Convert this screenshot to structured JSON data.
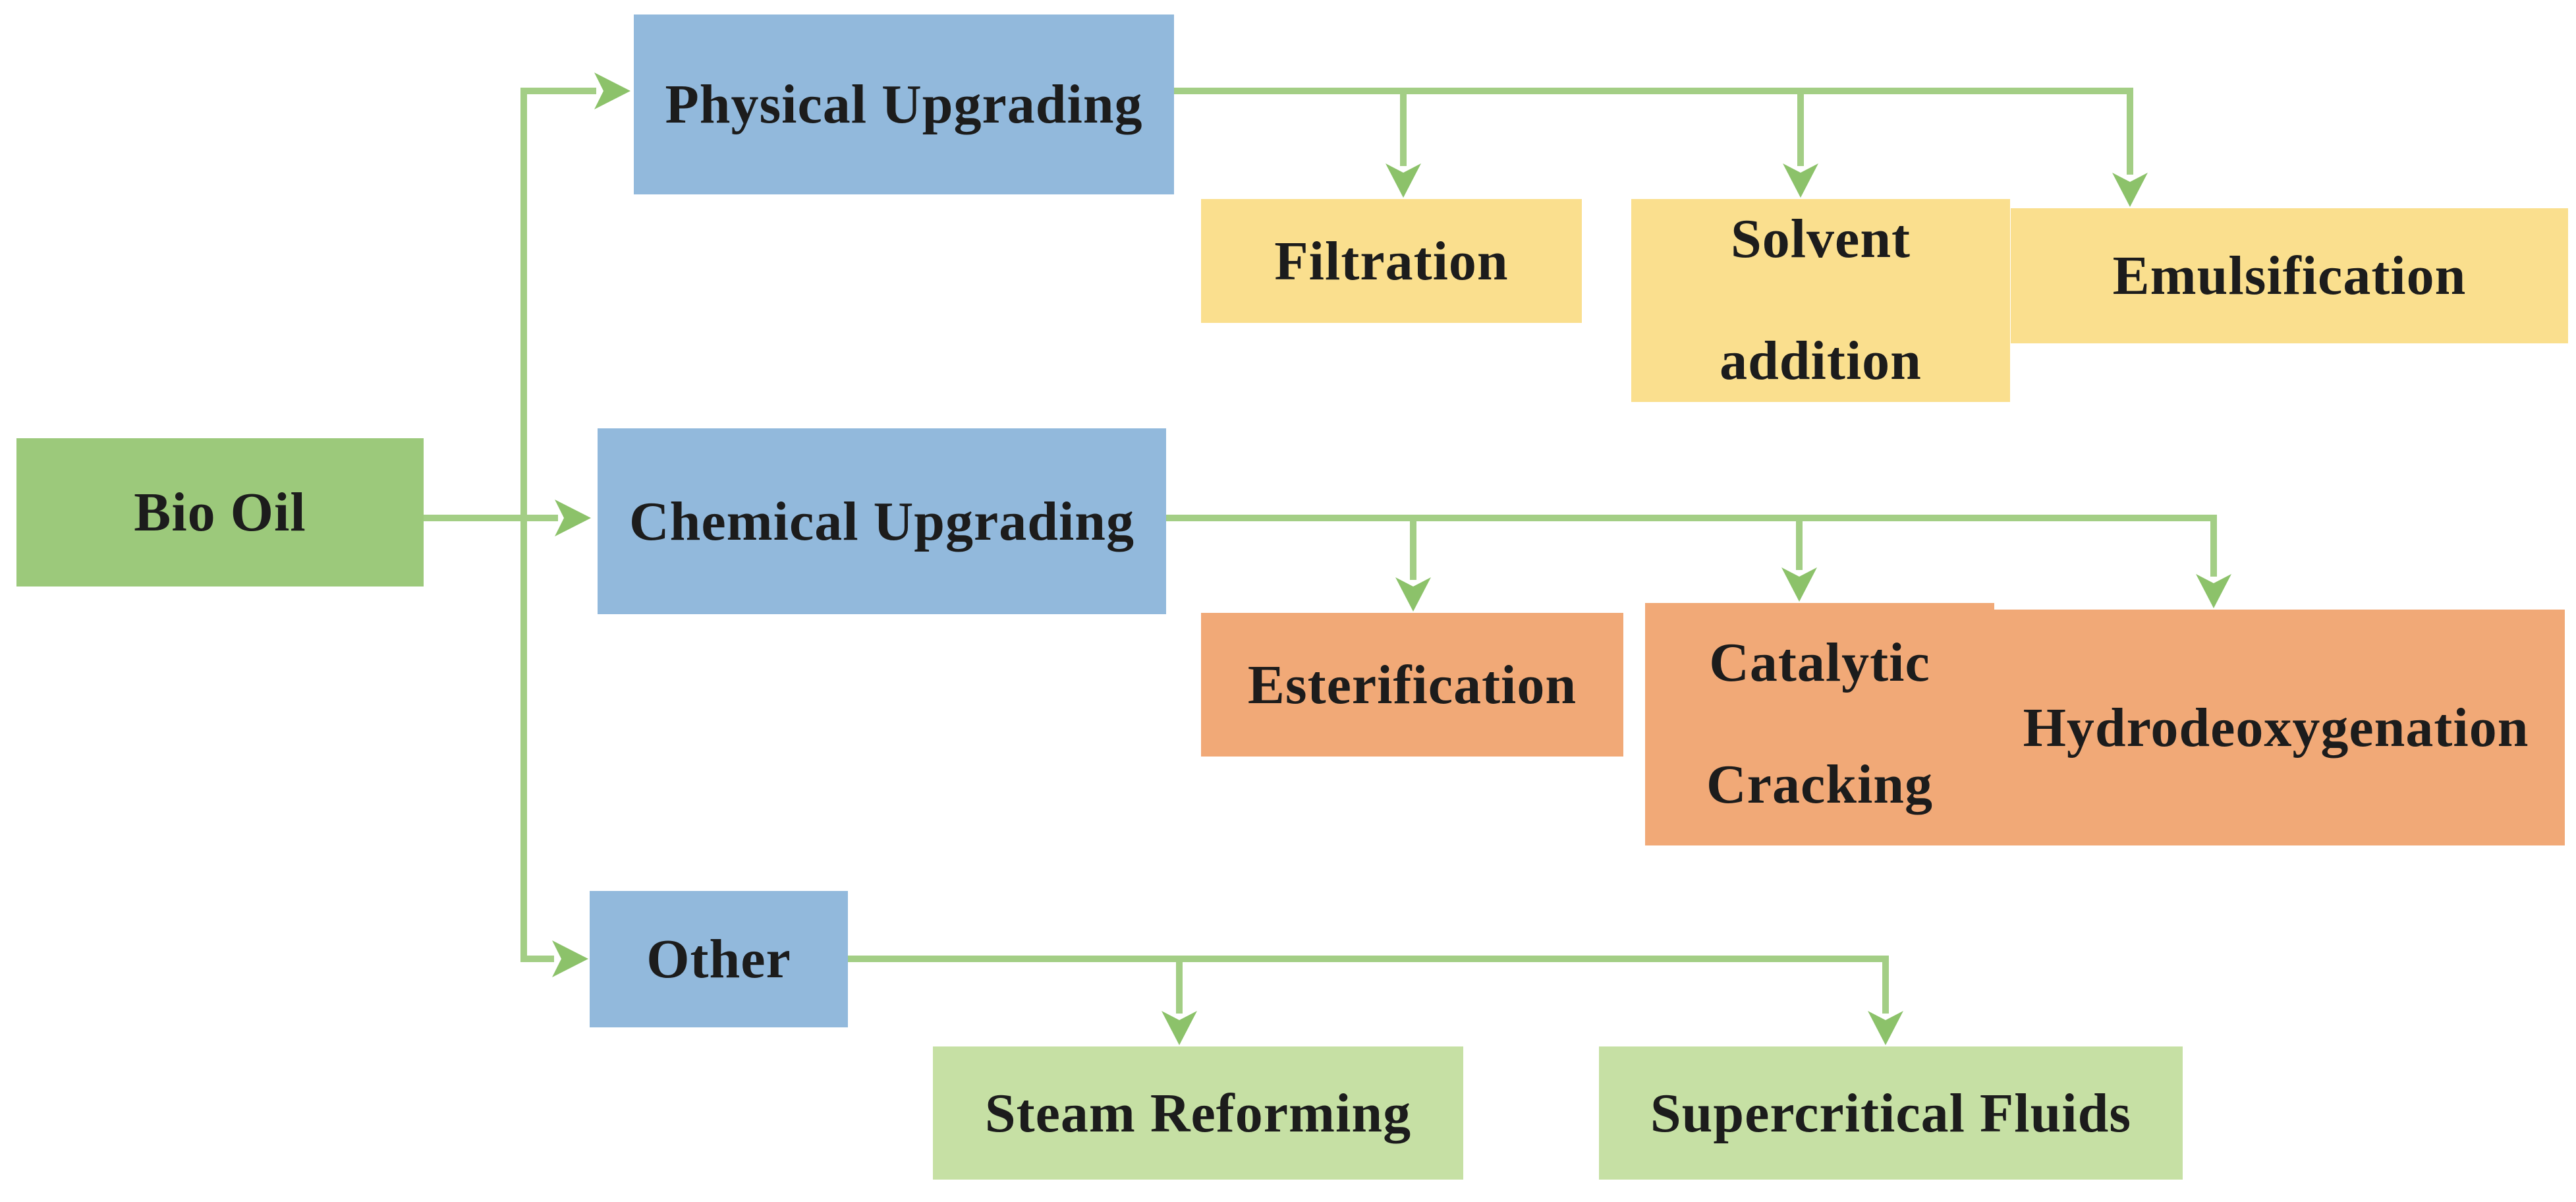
{
  "diagram": {
    "nodes": {
      "bio_oil": {
        "label": "Bio Oil",
        "fill": "#9CC97B"
      },
      "physical_upgrading": {
        "label": "Physical Upgrading",
        "fill": "#92B9DC"
      },
      "filtration": {
        "label": "Filtration",
        "fill": "#FADF8E"
      },
      "solvent_addition": {
        "label": "Solvent addition",
        "fill": "#FADF8E"
      },
      "emulsification": {
        "label": "Emulsification",
        "fill": "#FADF8E"
      },
      "chemical_upgrading": {
        "label": "Chemical Upgrading",
        "fill": "#92B9DC"
      },
      "esterification": {
        "label": "Esterification",
        "fill": "#F1A977"
      },
      "catalytic_cracking": {
        "label": "Catalytic Cracking",
        "fill": "#F1A977"
      },
      "hydrodeoxygenation": {
        "label": "Hydrodeoxygenation",
        "fill": "#F1A977"
      },
      "other": {
        "label": "Other",
        "fill": "#92B9DC"
      },
      "steam_reforming": {
        "label": "Steam Reforming",
        "fill": "#C6E0A4"
      },
      "supercritical_fluids": {
        "label": "Supercritical Fluids",
        "fill": "#C6E0A4"
      }
    },
    "edges": [
      {
        "from": "Bio Oil",
        "to": "Physical Upgrading"
      },
      {
        "from": "Bio Oil",
        "to": "Chemical Upgrading"
      },
      {
        "from": "Bio Oil",
        "to": "Other"
      },
      {
        "from": "Physical Upgrading",
        "to": "Filtration"
      },
      {
        "from": "Physical Upgrading",
        "to": "Solvent addition"
      },
      {
        "from": "Physical Upgrading",
        "to": "Emulsification"
      },
      {
        "from": "Chemical Upgrading",
        "to": "Esterification"
      },
      {
        "from": "Chemical Upgrading",
        "to": "Catalytic Cracking"
      },
      {
        "from": "Chemical Upgrading",
        "to": "Hydrodeoxygenation"
      },
      {
        "from": "Other",
        "to": "Steam Reforming"
      },
      {
        "from": "Other",
        "to": "Supercritical Fluids"
      }
    ],
    "colors": {
      "connector_line": "#A3CE85",
      "connector_arrow": "#8CC26A",
      "text": "#1C1C1C",
      "background": "#FFFFFF",
      "root_fill": "#9CC97B",
      "branch_fill": "#92B9DC",
      "physical_leaf_fill": "#FADF8E",
      "chemical_leaf_fill": "#F1A977",
      "other_leaf_fill": "#C6E0A4"
    }
  }
}
